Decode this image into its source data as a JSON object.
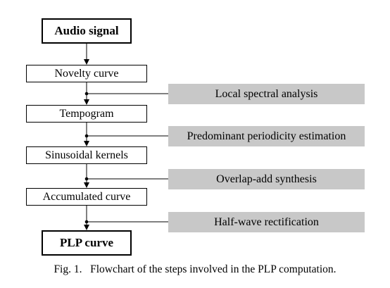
{
  "flowchart": {
    "nodes": [
      {
        "id": "audio-signal",
        "label": "Audio signal",
        "emphasis": true
      },
      {
        "id": "novelty-curve",
        "label": "Novelty curve",
        "emphasis": false
      },
      {
        "id": "tempogram",
        "label": "Tempogram",
        "emphasis": false
      },
      {
        "id": "sinusoidal-kernels",
        "label": "Sinusoidal kernels",
        "emphasis": false
      },
      {
        "id": "accumulated-curve",
        "label": "Accumulated curve",
        "emphasis": false
      },
      {
        "id": "plp-curve",
        "label": "PLP curve",
        "emphasis": true
      }
    ],
    "steps": [
      {
        "id": "local-spectral-analysis",
        "label": "Local spectral analysis"
      },
      {
        "id": "predominant-periodicity-estimation",
        "label": "Predominant periodicity estimation"
      },
      {
        "id": "overlap-add-synthesis",
        "label": "Overlap-add synthesis"
      },
      {
        "id": "half-wave-rectification",
        "label": "Half-wave rectification"
      }
    ],
    "step_fill": "#c8c8c8"
  },
  "caption": "Fig. 1.   Flowchart of the steps involved in the PLP computation."
}
